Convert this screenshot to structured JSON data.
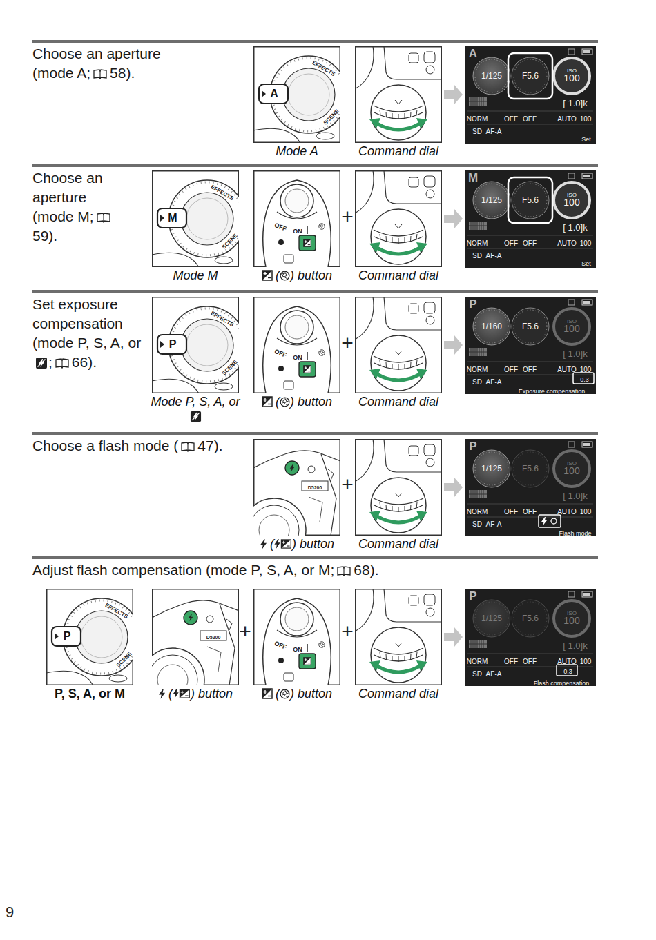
{
  "diagram": {
    "nodes": [
      {
        "text": [
          "A",
          "EFFECTS",
          "SCENE",
          "Mode A"
        ]
      },
      {
        "text": [
          "Command dial"
        ]
      },
      {
        "text": [
          "A",
          "1/125",
          "F5.6",
          "ISO",
          "100",
          "[ 1.0]k",
          "NORM",
          "OFF",
          "OFF",
          "AUTO",
          "100",
          "SD",
          "AF-A",
          "Set"
        ]
      },
      {
        "text": [
          "M",
          "EFFECTS",
          "SCENE",
          "Mode M"
        ]
      },
      {
        "text": [
          "OFF",
          "ON",
          "(",
          ") button"
        ]
      },
      {
        "text": [
          "Command dial"
        ]
      },
      {
        "text": [
          "M",
          "1/125",
          "F5.6",
          "ISO",
          "100",
          "[ 1.0]k",
          "NORM",
          "OFF",
          "OFF",
          "AUTO",
          "100",
          "SD",
          "AF-A",
          "Set"
        ]
      },
      {
        "text": [
          "P",
          "EFFECTS",
          "SCENE",
          "Mode P, S, A, or"
        ]
      },
      {
        "text": [
          "OFF",
          "ON",
          "(",
          ") button"
        ]
      },
      {
        "text": [
          "Command dial"
        ]
      },
      {
        "text": [
          "P",
          "1/160",
          "F5.6",
          "ISO",
          "100",
          "[ 1.0]k",
          "NORM",
          "OFF",
          "OFF",
          "AUTO",
          "100",
          "SD",
          "AF-A",
          "-0.3",
          "Exposure compensation"
        ]
      },
      {
        "text": [
          "D5200",
          "(",
          ") button"
        ]
      },
      {
        "text": [
          "Command dial"
        ]
      },
      {
        "text": [
          "P",
          "1/125",
          "F5.6",
          "ISO",
          "100",
          "[ 1.0]k",
          "NORM",
          "OFF",
          "OFF",
          "AUTO",
          "100",
          "SD",
          "AF-A",
          "Flash mode"
        ]
      },
      {
        "text": [
          "P",
          "EFFECTS",
          "SCENE",
          "P, S, A, or M"
        ]
      },
      {
        "text": [
          "D5200",
          "(",
          ") button"
        ]
      },
      {
        "text": [
          "OFF",
          "ON",
          "(",
          ") button"
        ]
      },
      {
        "text": [
          "Command dial"
        ]
      },
      {
        "text": [
          "P",
          "1/125",
          "F5.6",
          "ISO",
          "100",
          "[ 1.0]k",
          "NORM",
          "OFF",
          "OFF",
          "AUTO",
          "100",
          "SD",
          "AF-A",
          "-0.3",
          "Flash compensation"
        ]
      }
    ],
    "edges": [
      {
        "from": 1,
        "to": 2,
        "arrow": "to"
      },
      {
        "from": 5,
        "to": 6,
        "arrow": "to"
      },
      {
        "from": 9,
        "to": 10,
        "arrow": "to"
      },
      {
        "from": 12,
        "to": 13,
        "arrow": "to"
      },
      {
        "from": 17,
        "to": 18,
        "arrow": "to"
      }
    ],
    "labels": [
      "Choose an aperture (mode A;",
      "58).",
      "Choose an aperture (mode M;",
      "59).",
      "+",
      "Set exposure compensation (mode P, S, A, or",
      ";",
      "66).",
      "+",
      "Choose a flash mode (",
      "47).",
      "+",
      "Adjust flash compensation (mode P, S, A, or M;",
      "68).",
      "+",
      "+",
      "9"
    ]
  }
}
